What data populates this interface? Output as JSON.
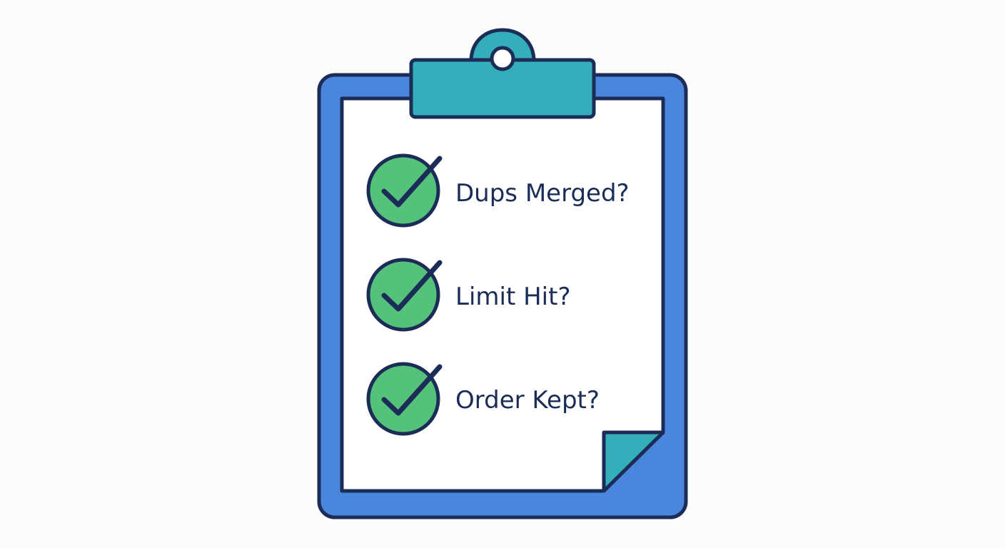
{
  "colors": {
    "board": "#4a86de",
    "clip": "#35aebb",
    "paper": "#ffffff",
    "outline": "#1b2d57",
    "check": "#55c27c",
    "page_curl": "#35aebb"
  },
  "checklist": {
    "items": [
      {
        "label": "Dups Merged?",
        "icon": "check-circle-icon",
        "checked": true
      },
      {
        "label": "Limit Hit?",
        "icon": "check-circle-icon",
        "checked": true
      },
      {
        "label": "Order Kept?",
        "icon": "check-circle-icon",
        "checked": true
      }
    ]
  }
}
